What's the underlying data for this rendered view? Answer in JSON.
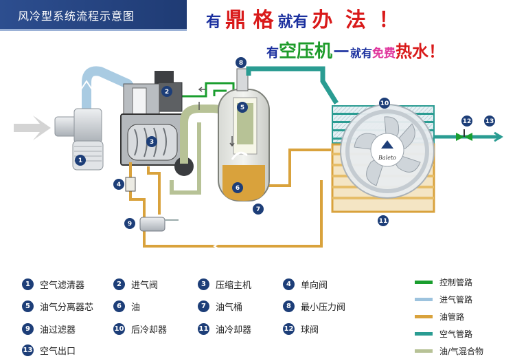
{
  "title": "风冷型系统流程示意图",
  "slogan1": {
    "p1": "有",
    "p2": "鼎 格",
    "p3": "就有",
    "p4": "办 法 ！"
  },
  "slogan2": {
    "p1": "有",
    "p2": "空压机",
    "p3": "一",
    "p4": "就有",
    "p5": "免费",
    "p6": "热水！"
  },
  "brand": "Baleto",
  "markers": [
    "1",
    "2",
    "3",
    "4",
    "5",
    "6",
    "7",
    "8",
    "9",
    "10",
    "11",
    "12",
    "13"
  ],
  "components": [
    {
      "num": "1",
      "label": "空气滤清器"
    },
    {
      "num": "2",
      "label": "进气阀"
    },
    {
      "num": "3",
      "label": "压缩主机"
    },
    {
      "num": "4",
      "label": "单向阀"
    },
    {
      "num": "5",
      "label": "油气分离器芯"
    },
    {
      "num": "6",
      "label": "油"
    },
    {
      "num": "7",
      "label": "油气桶"
    },
    {
      "num": "8",
      "label": "最小压力阀"
    },
    {
      "num": "9",
      "label": "油过滤器"
    },
    {
      "num": "10",
      "label": "后冷却器"
    },
    {
      "num": "11",
      "label": "油冷却器"
    },
    {
      "num": "12",
      "label": "球阀"
    },
    {
      "num": "13",
      "label": "空气出口"
    }
  ],
  "pipes": [
    {
      "label": "控制管路",
      "color": "#1a9e2e"
    },
    {
      "label": "进气管路",
      "color": "#9dc3de"
    },
    {
      "label": "油管路",
      "color": "#d9a23c"
    },
    {
      "label": "空气管路",
      "color": "#2a9c92"
    },
    {
      "label": "油/气混合物",
      "color": "#b7c296"
    }
  ]
}
